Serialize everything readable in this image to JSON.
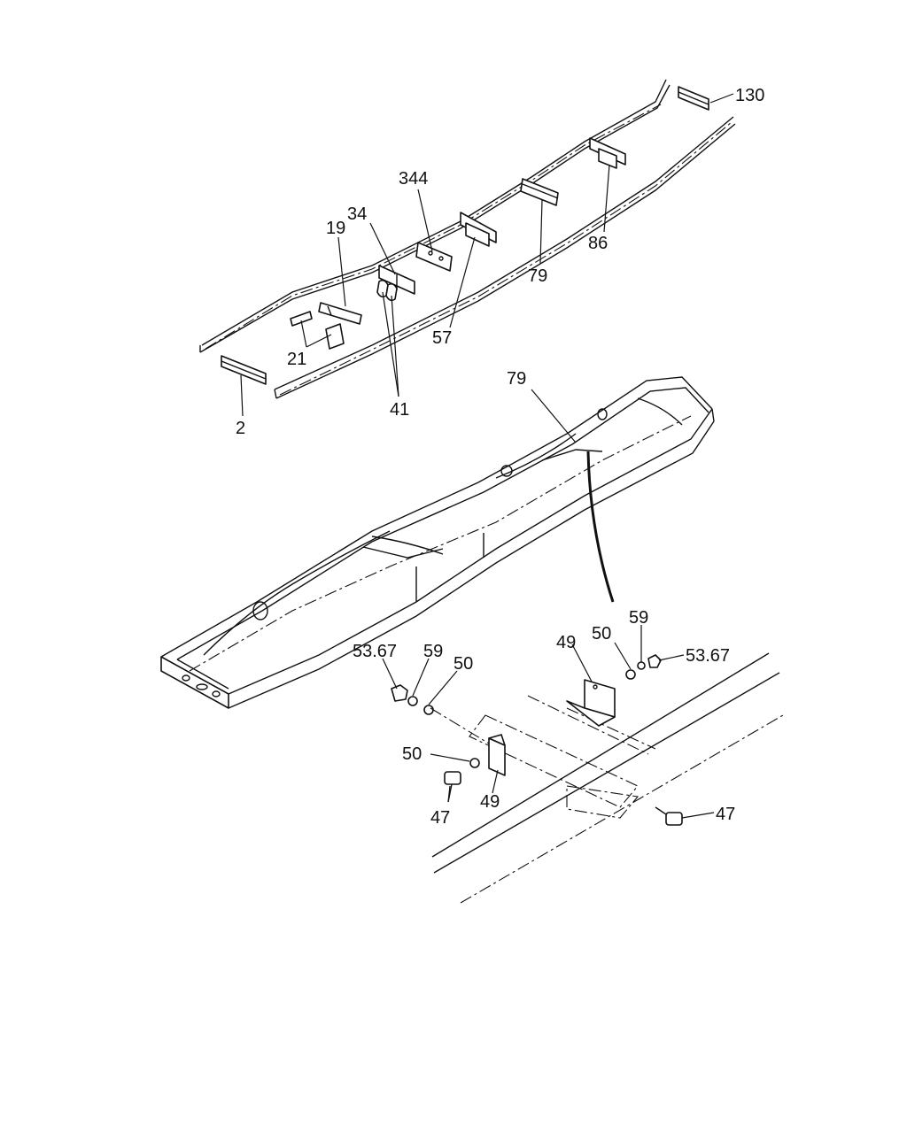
{
  "callouts": [
    {
      "id": "c130",
      "label": "130"
    },
    {
      "id": "c344",
      "label": "344"
    },
    {
      "id": "c34",
      "label": "34"
    },
    {
      "id": "c19",
      "label": "19"
    },
    {
      "id": "c86",
      "label": "86"
    },
    {
      "id": "c79a",
      "label": "79"
    },
    {
      "id": "c57",
      "label": "57"
    },
    {
      "id": "c21",
      "label": "21"
    },
    {
      "id": "c41",
      "label": "41"
    },
    {
      "id": "c2",
      "label": "2"
    },
    {
      "id": "c79b",
      "label": "79"
    },
    {
      "id": "c5367a",
      "label": "53.67"
    },
    {
      "id": "c59a",
      "label": "59"
    },
    {
      "id": "c50a",
      "label": "50"
    },
    {
      "id": "c49a",
      "label": "49"
    },
    {
      "id": "c50b",
      "label": "50"
    },
    {
      "id": "c59b",
      "label": "59"
    },
    {
      "id": "c5367b",
      "label": "53.67"
    },
    {
      "id": "c50c",
      "label": "50"
    },
    {
      "id": "c47a",
      "label": "47"
    },
    {
      "id": "c49b",
      "label": "49"
    },
    {
      "id": "c47b",
      "label": "47"
    }
  ]
}
